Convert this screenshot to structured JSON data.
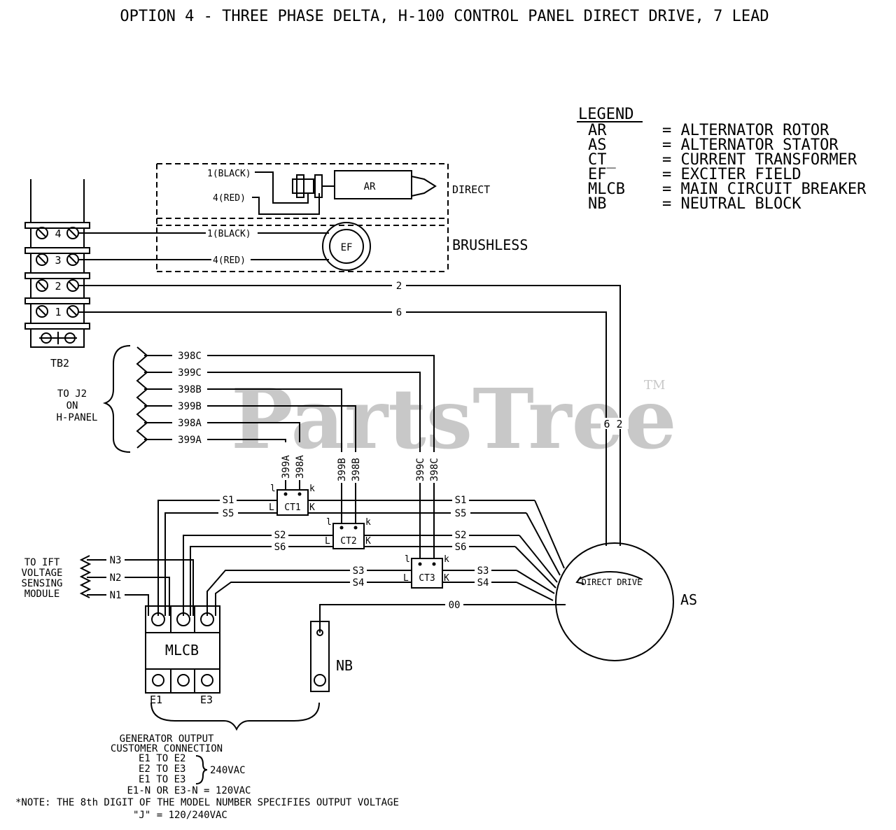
{
  "title": "OPTION 4 - THREE PHASE DELTA, H-100 CONTROL PANEL DIRECT DRIVE, 7 LEAD",
  "legend": {
    "heading": "LEGEND",
    "items": [
      {
        "abbr": "AR",
        "desc": "= ALTERNATOR ROTOR"
      },
      {
        "abbr": "AS",
        "desc": "= ALTERNATOR STATOR"
      },
      {
        "abbr": "CT_",
        "desc": "= CURRENT TRANSFORMER"
      },
      {
        "abbr": "EF",
        "desc": "= EXCITER FIELD"
      },
      {
        "abbr": "MLCB",
        "desc": "= MAIN CIRCUIT BREAKER"
      },
      {
        "abbr": "NB",
        "desc": "= NEUTRAL BLOCK"
      }
    ]
  },
  "terminal_block": {
    "label": "TB2",
    "terminals": [
      "4",
      "3",
      "2",
      "1"
    ]
  },
  "excitation": {
    "direct_label": "DIRECT",
    "brushless_label": "BRUSHLESS",
    "rotor_label": "AR",
    "exciter_label": "EF",
    "direct_wires": [
      "1(BLACK)",
      "4(RED)"
    ],
    "brushless_wires": [
      "1(BLACK)",
      "4(RED)"
    ]
  },
  "sense_wires": {
    "w2": "2",
    "w6": "6",
    "combined": "6 2"
  },
  "j2": {
    "label_lines": [
      "TO J2",
      "ON",
      "H-PANEL"
    ],
    "wires": [
      "398C",
      "399C",
      "398B",
      "399B",
      "398A",
      "399A"
    ]
  },
  "cts": [
    {
      "name": "CT1",
      "leads": [
        "399A",
        "398A"
      ],
      "outputs": [
        "S1",
        "S5"
      ]
    },
    {
      "name": "CT2",
      "leads": [
        "399B",
        "398B"
      ],
      "outputs": [
        "S2",
        "S6"
      ]
    },
    {
      "name": "CT3",
      "leads": [
        "399C",
        "398C"
      ],
      "outputs": [
        "S3",
        "S4"
      ]
    }
  ],
  "ct_pins": {
    "l_small": "l",
    "k_small": "k",
    "L": "L",
    "K": "K"
  },
  "ift": {
    "label_lines": [
      "TO IFT",
      "VOLTAGE",
      "SENSING",
      "MODULE"
    ],
    "wires": [
      "N3",
      "N2",
      "N1"
    ]
  },
  "neutral_wire": "00",
  "mlcb": {
    "label": "MLCB",
    "e1": "E1",
    "e3": "E3"
  },
  "nb_label": "NB",
  "stator": {
    "label": "AS",
    "inner": "DIRECT DRIVE"
  },
  "watermark": "PartsTree",
  "trademark": "TM",
  "notes": {
    "heading1": "GENERATOR OUTPUT",
    "heading2": "CUSTOMER CONNECTION",
    "pairs": [
      "E1 TO E2",
      "E2 TO E3",
      "E1 TO E3"
    ],
    "v240": "240VAC",
    "v120": "E1-N OR E3-N = 120VAC",
    "note": "*NOTE: THE 8th DIGIT OF THE MODEL NUMBER SPECIFIES OUTPUT VOLTAGE",
    "j": "\"J\" = 120/240VAC"
  }
}
